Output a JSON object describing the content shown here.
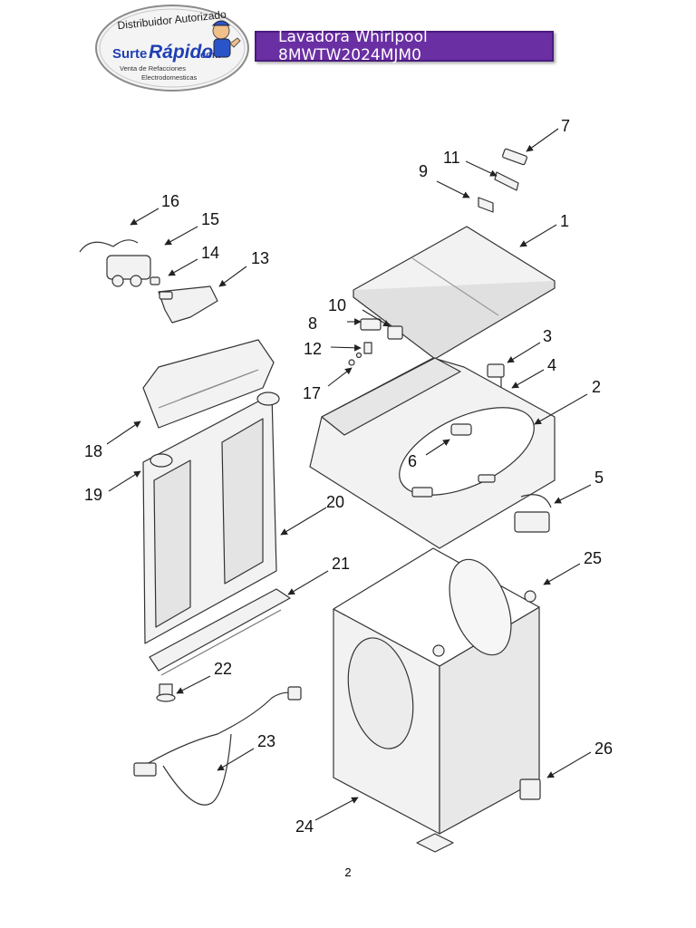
{
  "header": {
    "logo": {
      "top_text": "Distribuidor Autorizado",
      "brand_left": "Surte",
      "brand_right": "Rápido",
      "brand_domain": ".com",
      "tagline_1": "Venta de Refacciones",
      "tagline_2": "Electrodomesticas"
    },
    "title": "Lavadora Whirlpool 8MWTW2024MJM0"
  },
  "diagram": {
    "callouts": [
      {
        "id": "callout-1",
        "label": "1"
      },
      {
        "id": "callout-2",
        "label": "2"
      },
      {
        "id": "callout-3",
        "label": "3"
      },
      {
        "id": "callout-4",
        "label": "4"
      },
      {
        "id": "callout-5",
        "label": "5"
      },
      {
        "id": "callout-6",
        "label": "6"
      },
      {
        "id": "callout-7",
        "label": "7"
      },
      {
        "id": "callout-8",
        "label": "8"
      },
      {
        "id": "callout-9",
        "label": "9"
      },
      {
        "id": "callout-10",
        "label": "10"
      },
      {
        "id": "callout-11",
        "label": "11"
      },
      {
        "id": "callout-12",
        "label": "12"
      },
      {
        "id": "callout-13",
        "label": "13"
      },
      {
        "id": "callout-14",
        "label": "14"
      },
      {
        "id": "callout-15",
        "label": "15"
      },
      {
        "id": "callout-16",
        "label": "16"
      },
      {
        "id": "callout-17",
        "label": "17"
      },
      {
        "id": "callout-18",
        "label": "18"
      },
      {
        "id": "callout-19",
        "label": "19"
      },
      {
        "id": "callout-20",
        "label": "20"
      },
      {
        "id": "callout-21",
        "label": "21"
      },
      {
        "id": "callout-22",
        "label": "22"
      },
      {
        "id": "callout-23",
        "label": "23"
      },
      {
        "id": "callout-24",
        "label": "24"
      },
      {
        "id": "callout-25",
        "label": "25"
      },
      {
        "id": "callout-26",
        "label": "26"
      }
    ]
  },
  "footer": {
    "page_number": "2"
  },
  "colors": {
    "title_bg": "#6a2fa3",
    "brand_blue": "#1f3fb4",
    "line": "#333333"
  }
}
